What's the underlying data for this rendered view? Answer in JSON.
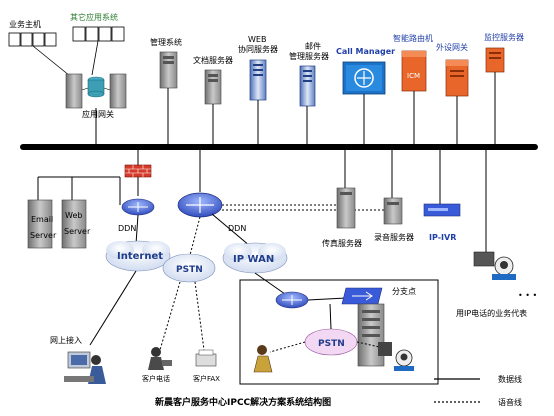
{
  "labels": {
    "business_host": "业务主机",
    "other_apps": "其它应用系统",
    "app_gateway": "应用网关",
    "mgmt_system": "管理系统",
    "doc_server": "文档服务器",
    "web_collab_l1": "WEB",
    "web_collab_l2": "协同服务器",
    "mail_mgmt_l1": "邮件",
    "mail_mgmt_l2": "管理服务器",
    "call_manager": "Call Manager",
    "smart_router": "智能路由机",
    "icm": "ICM",
    "external_gateway": "外设网关",
    "monitor_server": "监控服务器",
    "email_l1": "Email",
    "email_l2": "Server",
    "web_l1": "Web",
    "web_l2": "Server",
    "ddn_left": "DDN",
    "ddn_right": "DDN",
    "internet": "Internet",
    "pstn_main": "PSTN",
    "ip_wan": "IP WAN",
    "fax_server": "传真服务器",
    "recording_server": "录音服务器",
    "ip_ivr": "IP-IVR",
    "branch": "分支点",
    "pstn_branch": "PSTN",
    "ip_phone_agent": "用IP电话的业务代表",
    "web_access": "网上接入",
    "customer_phone": "客户电话",
    "customer_fax": "客户FAX",
    "ellipsis": "• • •",
    "caption": "新晨客户服务中心IPCC解决方案系统结构图"
  },
  "legend": {
    "data_line": "数据线",
    "voice_line": "语音线"
  },
  "colors": {
    "backbone": "#000000",
    "cloud": "#dde6f5",
    "cloud_text": "#1f3d8a",
    "accent_green": "#2f7d32",
    "accent_blue": "#1f3fa8",
    "router": "#3a5bd9",
    "firewall": "#d63a2a",
    "server_orange": "#e8662a"
  }
}
